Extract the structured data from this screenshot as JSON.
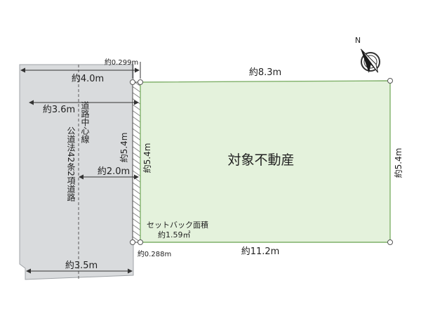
{
  "colors": {
    "road_fill": "#d9dbdd",
    "road_edge": "#9fa3a7",
    "lot_fill": "#e4f2dc",
    "lot_edge": "#7fb069",
    "dim_line": "#333333",
    "hatch": "#4a4a4a"
  },
  "compass": {
    "label": "N",
    "icon": "north-arrow-icon"
  },
  "road": {
    "center_line_label": "道路中心線",
    "road_type_label": "公道法42条2項道路"
  },
  "lot": {
    "title": "対象不動産",
    "setback_title": "セットバック面積",
    "setback_area": "約1.59㎡"
  },
  "dimensions": {
    "road_top_width": "約4.0m",
    "setback_top": "約0.299m",
    "center_distance": "約3.6m",
    "lot_top": "約8.3m",
    "lot_left_inner": "約5.4m",
    "lot_left": "約5.4m",
    "lot_right": "約5.4m",
    "half_road": "約2.0m",
    "lot_bottom": "約11.2m",
    "setback_bottom": "約0.288m",
    "road_bottom_width": "約3.5m"
  }
}
